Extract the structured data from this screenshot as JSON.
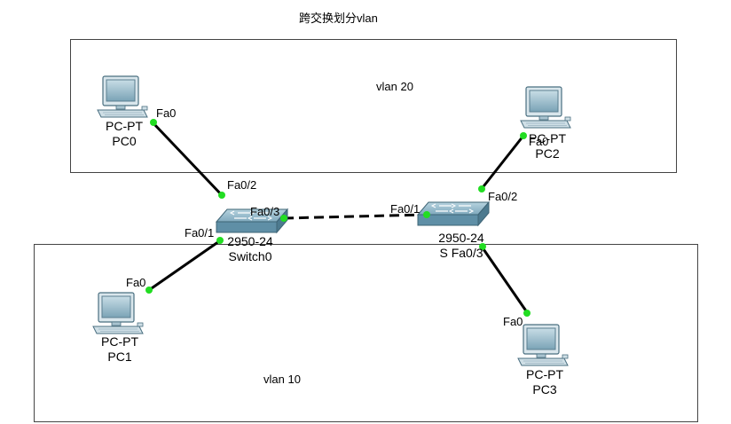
{
  "title": "跨交换划分vlan",
  "zones": [
    {
      "id": "vlan20",
      "label": "vlan 20"
    },
    {
      "id": "vlan10",
      "label": "vlan 10"
    }
  ],
  "devices": [
    {
      "id": "pc0",
      "model": "PC-PT",
      "name": "PC0",
      "icon": "pc-icon"
    },
    {
      "id": "pc1",
      "model": "PC-PT",
      "name": "PC1",
      "icon": "pc-icon"
    },
    {
      "id": "pc2",
      "model": "PC-PT",
      "name": "PC2",
      "icon": "pc-icon"
    },
    {
      "id": "pc3",
      "model": "PC-PT",
      "name": "PC3",
      "icon": "pc-icon"
    },
    {
      "id": "switch0",
      "model": "2950-24",
      "name": "Switch0",
      "icon": "switch-icon"
    },
    {
      "id": "switch1",
      "model": "2950-24",
      "name": "S Fa0/3",
      "icon": "switch-icon"
    }
  ],
  "links": [
    {
      "from": "pc0",
      "from_port": "Fa0",
      "to": "switch0",
      "to_port": "Fa0/2",
      "style": "solid"
    },
    {
      "from": "pc1",
      "from_port": "Fa0",
      "to": "switch0",
      "to_port": "Fa0/1",
      "style": "solid"
    },
    {
      "from": "switch0",
      "from_port": "Fa0/3",
      "to": "switch1",
      "to_port": "Fa0/1",
      "style": "dashed"
    },
    {
      "from": "pc2",
      "from_port": "Fa0",
      "to": "switch1",
      "to_port": "Fa0/2",
      "style": "solid"
    },
    {
      "from": "pc3",
      "from_port": "Fa0",
      "to": "switch1",
      "to_port": "Fa0/3",
      "style": "solid"
    }
  ],
  "colors": {
    "link": "#000000",
    "port_dot": "#22dd22",
    "zone_border": "#444444",
    "switch_body": "#6f9fb8",
    "pc_screen": "#8fb6c8"
  }
}
